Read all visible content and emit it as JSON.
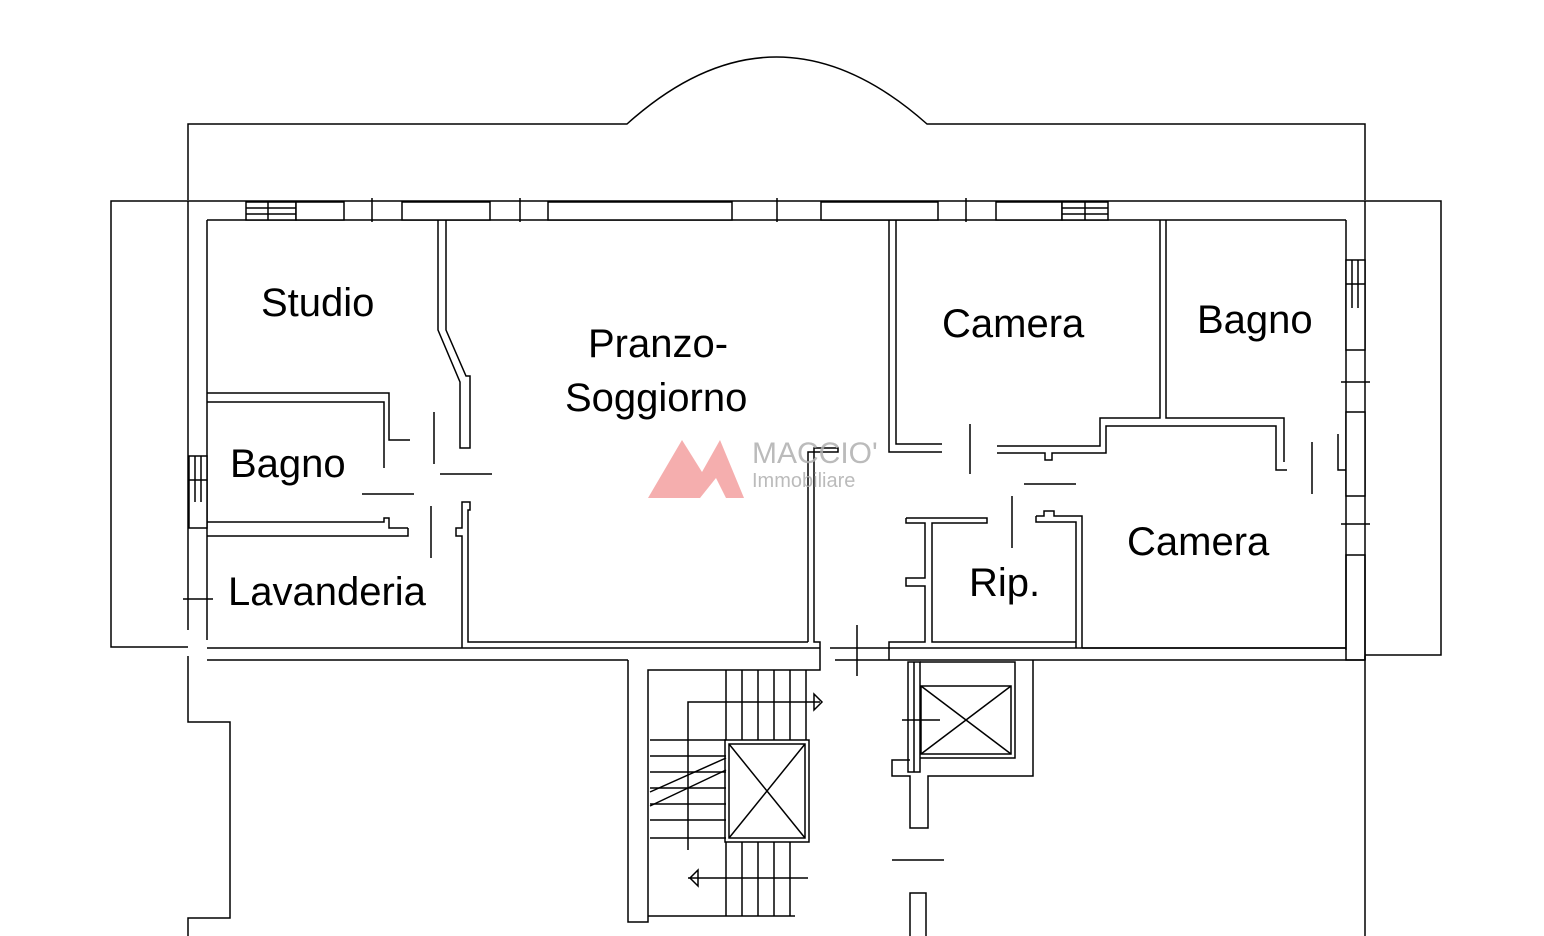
{
  "rooms": {
    "studio": "Studio",
    "pranzo_line1": "Pranzo-",
    "pranzo_line2": "Soggiorno",
    "camera_top": "Camera",
    "bagno_right": "Bagno",
    "bagno_left": "Bagno",
    "lavanderia": "Lavanderia",
    "camera_bottom": "Camera",
    "rip": "Rip."
  },
  "watermark": {
    "brand": "MACCIO'",
    "subtitle": "Immobiliare"
  },
  "colors": {
    "line": "#000000",
    "background": "#ffffff",
    "watermark_logo": "#f4a0a0",
    "watermark_text": "#b0b0b0"
  }
}
